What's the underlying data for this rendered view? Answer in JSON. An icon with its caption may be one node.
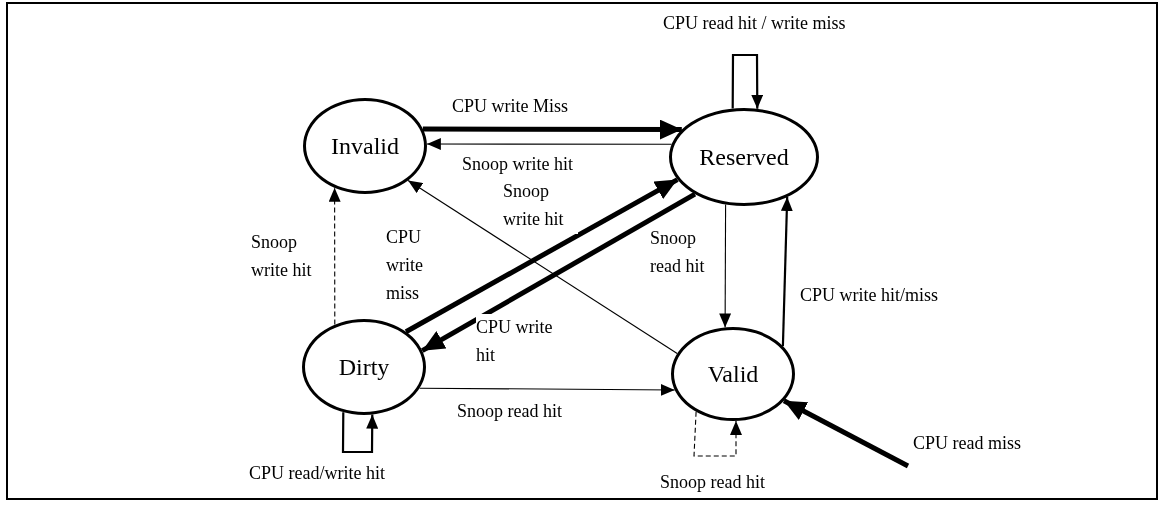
{
  "diagram": {
    "nodes": [
      {
        "text": [
          "Invalid"
        ]
      },
      {
        "text": [
          "Reserved"
        ]
      },
      {
        "text": [
          "Dirty"
        ]
      },
      {
        "text": [
          "Valid"
        ]
      }
    ],
    "edges": [
      {
        "from": 0,
        "to": 1,
        "arrow": "to",
        "label": "CPU write Miss",
        "style": "thick"
      },
      {
        "from": 1,
        "to": 0,
        "arrow": "to",
        "label": "Snoop write hit"
      },
      {
        "from": 1,
        "to": 1,
        "arrow": "to",
        "label": "CPU read hit / write miss"
      },
      {
        "from": 3,
        "to": 0,
        "arrow": "to",
        "label": "Snoop write hit"
      },
      {
        "from": 2,
        "to": 0,
        "arrow": "to",
        "label": "Snoop write hit",
        "style": "dashed"
      },
      {
        "from": 2,
        "to": 1,
        "arrow": "to",
        "label": "CPU write miss",
        "style": "thick"
      },
      {
        "from": 1,
        "to": 2,
        "arrow": "to",
        "label": "CPU write hit",
        "style": "thick"
      },
      {
        "from": 1,
        "to": 3,
        "arrow": "to",
        "label": "Snoop read hit"
      },
      {
        "from": 3,
        "to": 1,
        "arrow": "to",
        "label": "CPU write hit/miss"
      },
      {
        "from": 2,
        "to": 3,
        "arrow": "to",
        "label": "Snoop read hit"
      },
      {
        "from": 2,
        "to": 2,
        "arrow": "to",
        "label": "CPU read/write hit"
      },
      {
        "from": 3,
        "to": 3,
        "arrow": "to",
        "label": "Snoop read hit",
        "style": "dashed"
      },
      {
        "from": null,
        "to": 3,
        "arrow": "to",
        "label": "CPU read miss",
        "style": "thick"
      }
    ]
  }
}
